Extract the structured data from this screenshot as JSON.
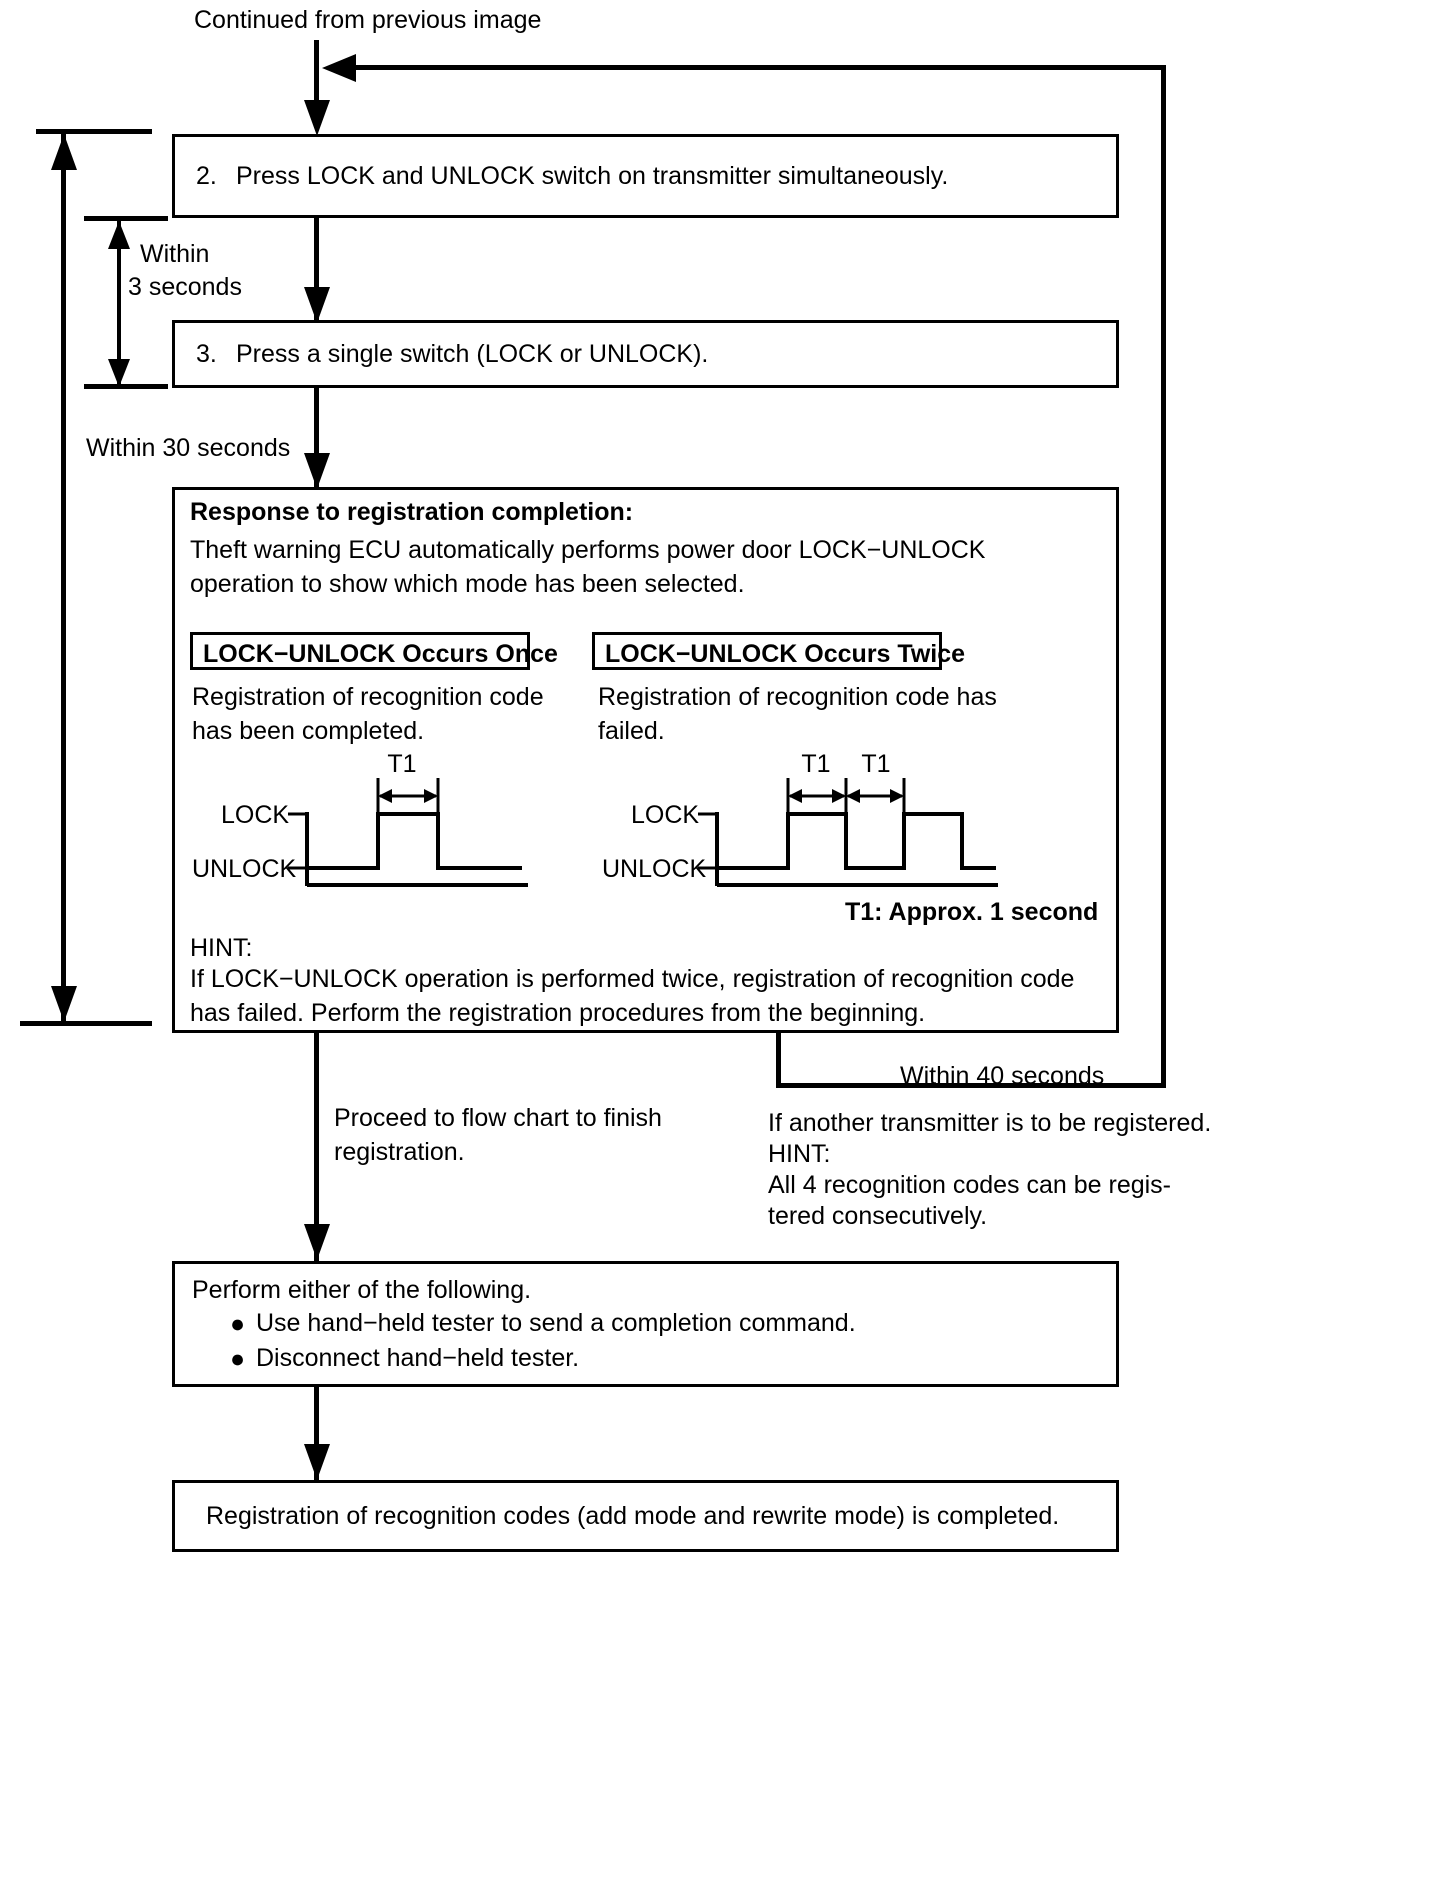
{
  "diagram": {
    "title_note": "Continued from previous image",
    "steps": [
      {
        "number": "2.",
        "text": "Press LOCK and UNLOCK switch on transmitter simultaneously."
      },
      {
        "number": "3.",
        "text": "Press a single switch (LOCK or UNLOCK)."
      }
    ],
    "timing_labels": {
      "within_3_seconds_line1": "Within",
      "within_3_seconds_line2": "3 seconds",
      "within_30_seconds": "Within 30 seconds",
      "within_40_seconds": "Within 40 seconds"
    },
    "response_box": {
      "heading": "Response to registration completion:",
      "body": "Theft warning ECU automatically performs power door LOCK−UNLOCK operation to show which mode has been selected.",
      "cases": [
        {
          "tag": "LOCK−UNLOCK Occurs Once",
          "description": "Registration of recognition code has been completed.",
          "wave_labels": {
            "high": "LOCK",
            "low": "UNLOCK"
          },
          "dim_labels": [
            "T1"
          ]
        },
        {
          "tag": "LOCK−UNLOCK Occurs Twice",
          "description": "Registration of recognition code has failed.",
          "wave_labels": {
            "high": "LOCK",
            "low": "UNLOCK"
          },
          "dim_labels": [
            "T1",
            "T1"
          ]
        }
      ],
      "t1_note": "T1: Approx. 1 second",
      "hint_label": "HINT:",
      "hint_text": "If LOCK−UNLOCK operation is performed twice, registration of recognition code has failed. Perform the registration procedures from the beginning."
    },
    "branches": {
      "left": {
        "line1": "Proceed to flow chart to finish",
        "line2": "registration."
      },
      "right": {
        "line1": "If another transmitter is to be registered.",
        "hint_label": "HINT:",
        "line2": "All 4 recognition codes can be regis-",
        "line3": "tered consecutively."
      }
    },
    "final_steps_box": {
      "lead": "Perform either of the following.",
      "bullets": [
        "Use hand−held tester to send a completion command.",
        "Disconnect hand−held tester."
      ],
      "bullet_glyph": "●"
    },
    "end_box": {
      "text": "Registration of recognition codes (add mode and rewrite mode) is completed."
    }
  },
  "chart_data": {
    "type": "line",
    "title": "LOCK−UNLOCK response waveforms",
    "panels": [
      {
        "name": "LOCK−UNLOCK Occurs Once",
        "ylabels": [
          "LOCK",
          "UNLOCK"
        ],
        "levels": [
          0,
          1,
          0
        ],
        "pulse_count": 1,
        "annotations": [
          "T1"
        ],
        "t1_duration_seconds": 1
      },
      {
        "name": "LOCK−UNLOCK Occurs Twice",
        "ylabels": [
          "LOCK",
          "UNLOCK"
        ],
        "levels": [
          0,
          1,
          0,
          1,
          0
        ],
        "pulse_count": 2,
        "annotations": [
          "T1",
          "T1"
        ],
        "t1_duration_seconds": 1
      }
    ]
  }
}
